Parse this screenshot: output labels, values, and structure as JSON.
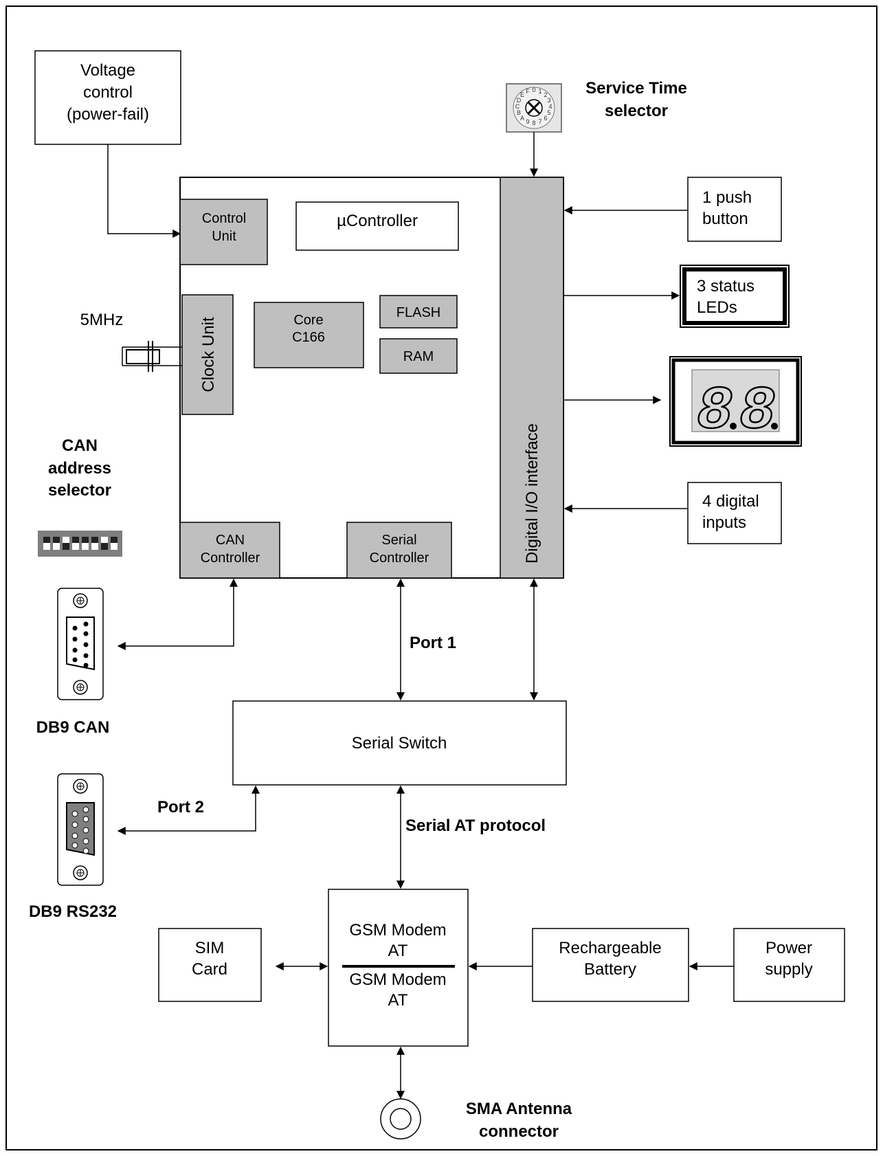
{
  "labels": {
    "voltage_control": [
      "Voltage",
      "control",
      "(power-fail)"
    ],
    "service_time": [
      "Service Time",
      "selector"
    ],
    "push_button": [
      "1 push",
      "button"
    ],
    "status_leds": [
      "3 status",
      "LEDs"
    ],
    "digital_inputs": [
      "4 digital",
      "inputs"
    ],
    "control_unit": [
      "Control",
      "Unit"
    ],
    "microcontroller": "µController",
    "core": [
      "Core",
      "C166"
    ],
    "flash": "FLASH",
    "ram": "RAM",
    "clock_unit": "Clock Unit",
    "crystal_freq": "5MHz",
    "can_address": [
      "CAN",
      "address",
      "selector"
    ],
    "can_controller": [
      "CAN",
      "Controller"
    ],
    "serial_controller": [
      "Serial",
      "Controller"
    ],
    "digital_io": "Digital I/O interface",
    "port1": "Port 1",
    "port2": "Port 2",
    "serial_switch": "Serial Switch",
    "serial_at": "Serial AT protocol",
    "db9_can": "DB9 CAN",
    "db9_rs232": "DB9 RS232",
    "gsm_modem_top": [
      "GSM Modem",
      "AT"
    ],
    "gsm_modem_bottom": [
      "GSM Modem",
      "AT"
    ],
    "sim_card": [
      "SIM",
      "Card"
    ],
    "battery": [
      "Rechargeable",
      "Battery"
    ],
    "power_supply": [
      "Power",
      "supply"
    ],
    "sma_antenna": [
      "SMA Antenna",
      "connector"
    ],
    "rotary_digits": [
      "0",
      "1",
      "2",
      "3",
      "4",
      "5",
      "6",
      "7",
      "8",
      "9",
      "A",
      "B",
      "C",
      "D",
      "E",
      "F"
    ],
    "display_digits": [
      "8",
      "8"
    ]
  },
  "colors": {
    "module_fill": "#bfbfbf",
    "connector_fill": "#808080",
    "lcd_fill": "#d9d9d9",
    "dip_fill": "#7f7f7f"
  }
}
